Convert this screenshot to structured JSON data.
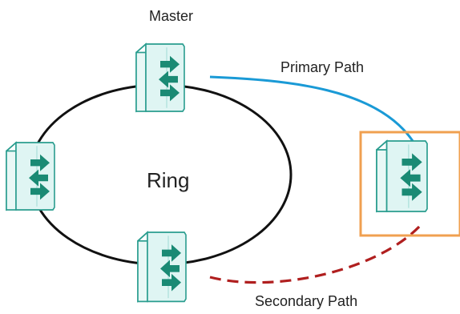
{
  "labels": {
    "master": "Master",
    "primary_path": "Primary Path",
    "ring": "Ring",
    "secondary_path": "Secondary Path"
  },
  "colors": {
    "ring": "#111111",
    "primary_path": "#1a9ad6",
    "secondary_path": "#b01f1f",
    "highlight_box": "#f0a050",
    "switch_face": "#dff5f3",
    "switch_outline": "#2a9d8f",
    "arrow": "#1a8a74"
  },
  "icons": {
    "switch": "network-switch-icon"
  }
}
